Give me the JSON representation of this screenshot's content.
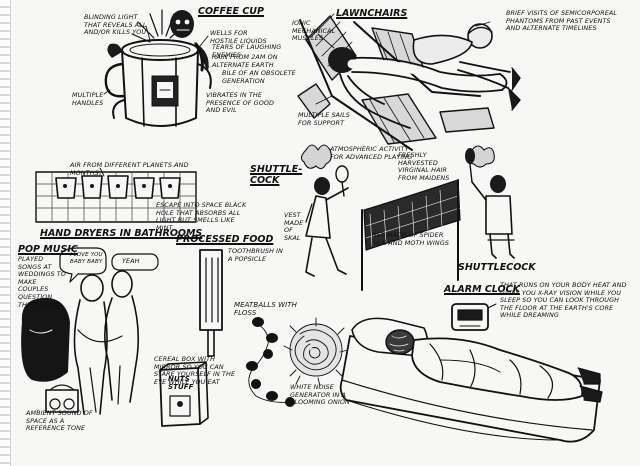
{
  "sections": {
    "coffee_cup": {
      "title": "COFFEE CUP",
      "light": "BLINDING LIGHT THAT REVEALS ALL AND/OR KILLS YOU",
      "wells": "WELLS FOR HOSTILE LIQUIDS",
      "tears": "TEARS OF LAUGHING ENEMIES",
      "rain": "RAIN FROM 2AM ON ALTERNATE EARTH",
      "bile": "BILE OF AN OBSOLETE GENERATION",
      "handles": "MULTIPLE HANDLES",
      "vibrates": "VIBRATES IN THE PRESENCE OF GOOD AND EVIL"
    },
    "lawnchairs": {
      "title": "LAWNCHAIRS",
      "mechanics": "IONIC MECHANICAL MUSCLES",
      "visits": "BRIEF VISITS OF SEMICORPOREAL PHANTOMS FROM PAST EVENTS AND ALTERNATE TIMELINES",
      "sails": "MULTIPLE SAILS FOR SUPPORT"
    },
    "hand_dryers": {
      "title": "HAND DRYERS IN BATHROOMS",
      "air": "AIR FROM DIFFERENT PLANETS AND MONTHS",
      "vacuum": "ESCAPE INTO SPACE BLACK HOLE THAT ABSORBS ALL LIGHT BUT SMELLS LIKE MINT"
    },
    "shuttlecock": {
      "title": "SHUTTLE-COCK",
      "atmosphere": "ATMOSPHERIC ACTIVITY FOR ADVANCED PLAYING",
      "hair": "FRESHLY HARVESTED VIRGINAL HAIR FROM MAIDENS",
      "vest": "VEST MADE OF SKAL",
      "net": "NET MADE OF SPIDER SILK AND MOTH WINGS",
      "footer": "SHUTTLECOCK"
    },
    "pop_music": {
      "title": "POP MUSIC",
      "played": "PLAYED SONGS AT WEDDINGS TO MAKE COUPLES QUESTION THEIR VOWS",
      "bubble_1": "I LOVE YOU BABY BABY",
      "bubble_2": "YEAH",
      "ambient": "AMBIENT SOUND OF SPACE AS A REFERENCE TONE"
    },
    "processed_food": {
      "title": "PROCESSED FOOD",
      "toothbrush": "TOOTHBRUSH IN A POPSICLE",
      "cereal": "CEREAL BOX WITH MIRROR SO YOU CAN STARE YOURSELF IN THE EYE WHILE YOU EAT",
      "box_label": "NUTS STUFF"
    },
    "meatballs": {
      "title": "MEATBALLS WITH FLOSS",
      "noise": "WHITE NOISE GENERATOR IN A BLOOMING ONION"
    },
    "alarm_clock": {
      "title": "ALARM CLOCK",
      "desc": "THAT RUNS ON YOUR BODY HEAT AND GIVES YOU X-RAY VISION WHILE YOU SLEEP SO YOU CAN LOOK THROUGH THE FLOOR AT THE EARTH'S CORE WHILE DREAMING"
    }
  }
}
